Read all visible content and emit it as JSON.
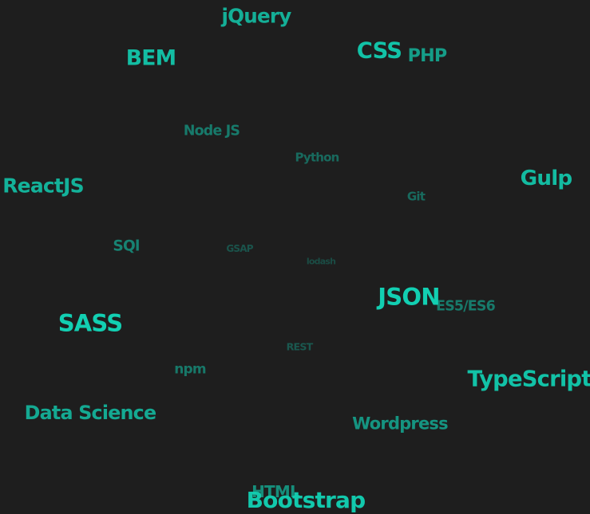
{
  "tags": [
    {
      "id": "jquery",
      "label": "jQuery",
      "depth": 0.78
    },
    {
      "id": "bem",
      "label": "BEM",
      "depth": 0.88
    },
    {
      "id": "css",
      "label": "CSS",
      "depth": 0.92
    },
    {
      "id": "php",
      "label": "PHP",
      "depth": 0.66
    },
    {
      "id": "node-js",
      "label": "Node JS",
      "depth": 0.42
    },
    {
      "id": "python",
      "label": "Python",
      "depth": 0.3
    },
    {
      "id": "reactjs",
      "label": "ReactJS",
      "depth": 0.8
    },
    {
      "id": "git",
      "label": "Git",
      "depth": 0.3
    },
    {
      "id": "gulp",
      "label": "Gulp",
      "depth": 0.86
    },
    {
      "id": "sql",
      "label": "SQl",
      "depth": 0.48
    },
    {
      "id": "gsap",
      "label": "GSAP",
      "depth": 0.15
    },
    {
      "id": "lodash",
      "label": "lodash",
      "depth": 0.1
    },
    {
      "id": "json",
      "label": "JSON",
      "depth": 1.0
    },
    {
      "id": "es5-es6",
      "label": "ES5/ES6",
      "depth": 0.42
    },
    {
      "id": "sass",
      "label": "SASS",
      "depth": 1.0
    },
    {
      "id": "rest",
      "label": "REST",
      "depth": 0.18
    },
    {
      "id": "npm",
      "label": "npm",
      "depth": 0.4
    },
    {
      "id": "typescript",
      "label": "TypeScript",
      "depth": 0.92
    },
    {
      "id": "data-science",
      "label": "Data Science",
      "depth": 0.74
    },
    {
      "id": "wordpress",
      "label": "Wordpress",
      "depth": 0.6
    },
    {
      "id": "html",
      "label": "HTML",
      "depth": 0.55
    },
    {
      "id": "bootstrap",
      "label": "Bootstrap",
      "depth": 0.95
    }
  ],
  "colors": {
    "background": "#1e1e1e",
    "tag_color": "#12cfb2"
  }
}
